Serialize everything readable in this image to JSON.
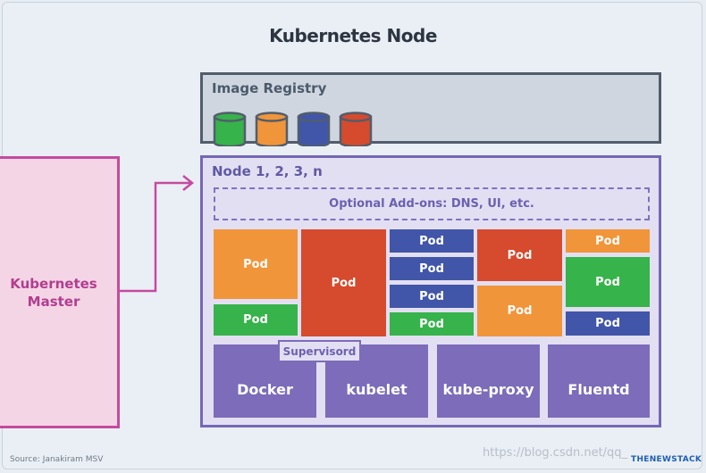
{
  "title": "Kubernetes Node",
  "registry": {
    "label": "Image Registry",
    "images": [
      {
        "color": "#36b34a"
      },
      {
        "color": "#f1953a"
      },
      {
        "color": "#4156a8"
      },
      {
        "color": "#d64a2d"
      }
    ]
  },
  "master": {
    "label": "Kubernetes Master"
  },
  "node": {
    "label": "Node 1, 2, 3, n",
    "addons_label": "Optional Add-ons: DNS, UI, etc.",
    "pod_label": "Pod",
    "supervisord_label": "Supervisord",
    "services": [
      "Docker",
      "kubelet",
      "kube-proxy",
      "Fluentd"
    ]
  },
  "colors": {
    "orange": "#f1953a",
    "green": "#36b34a",
    "red": "#d64a2d",
    "blue": "#4156a8",
    "service": "#7c6cb9",
    "master": "#c54b9f"
  },
  "footer": {
    "source": "Source: Janakiram MSV",
    "watermark": "https://blog.csdn.net/qq_",
    "logo": "THENEWSTACK"
  }
}
